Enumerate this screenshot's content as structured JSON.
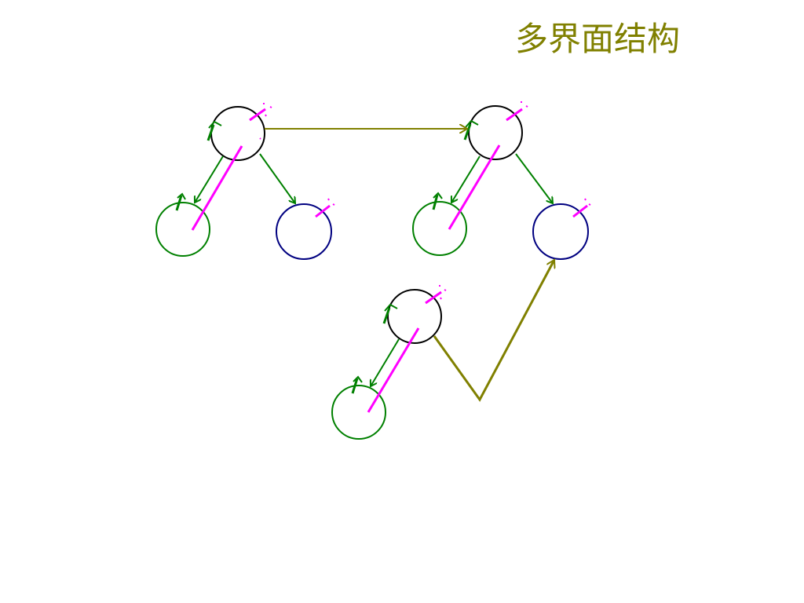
{
  "title": "多界面结构",
  "colors": {
    "title": "#808000",
    "parent_node": "#000000",
    "left_child": "#008000",
    "right_child": "#000080",
    "child_link": "#008000",
    "cross_link": "#808000",
    "back_stroke": "#ff00ff"
  },
  "groups": [
    {
      "name": "screen-group-1",
      "nodes": [
        "parent",
        "left-child",
        "right-child"
      ]
    },
    {
      "name": "screen-group-2",
      "nodes": [
        "parent",
        "left-child",
        "right-child"
      ]
    },
    {
      "name": "screen-group-3",
      "nodes": [
        "parent",
        "left-child"
      ]
    }
  ]
}
